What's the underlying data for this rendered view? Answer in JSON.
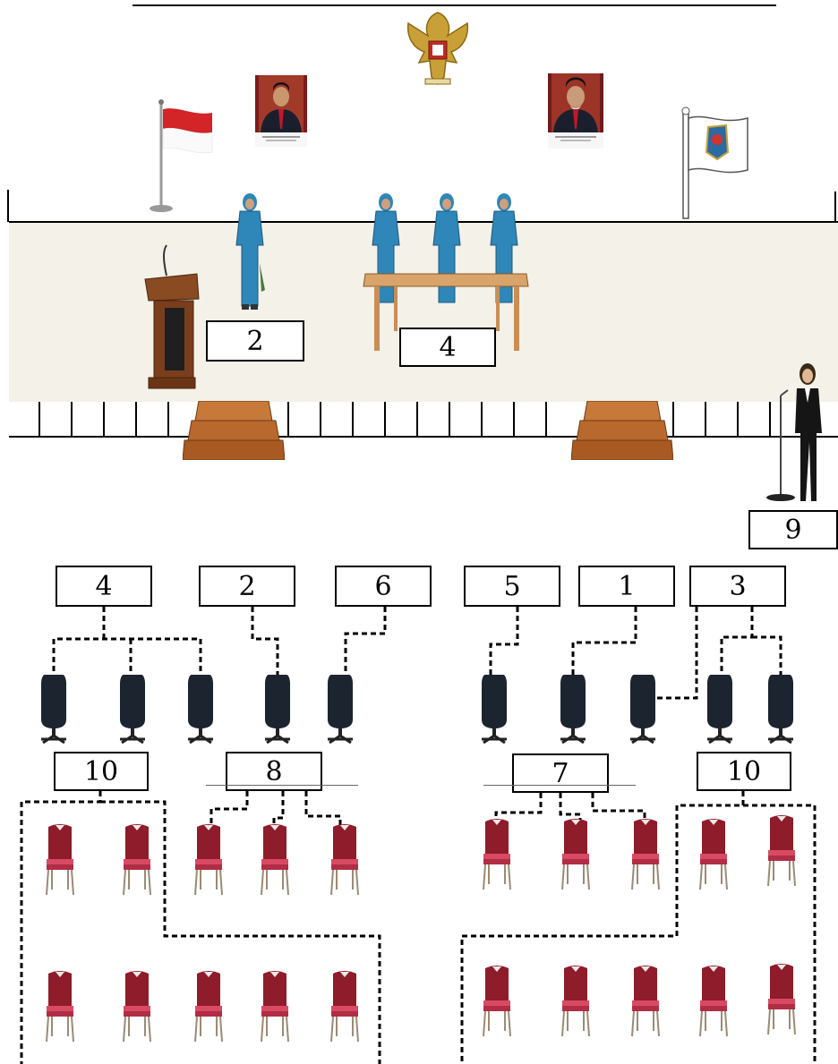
{
  "labels": {
    "stage_podium": "2",
    "stage_table": "4",
    "mc": "9",
    "front_row": [
      "4",
      "2",
      "6",
      "5",
      "1",
      "3"
    ],
    "back_left_outer": "10",
    "back_left_inner": "8",
    "back_right_inner": "7",
    "back_right_outer": "10"
  },
  "colors": {
    "stage_floor": "#f3f1e8",
    "uniform_blue": "#2f86b8",
    "banquet_chair": "#8e1c2a",
    "office_chair": "#1c2430",
    "wood": "#8a4a22"
  },
  "icons": {
    "emblem": "garuda-emblem-icon",
    "flag_left": "flag-icon",
    "flag_right": "flag-icon",
    "portrait_left": "portrait-icon",
    "portrait_right": "portrait-icon"
  }
}
